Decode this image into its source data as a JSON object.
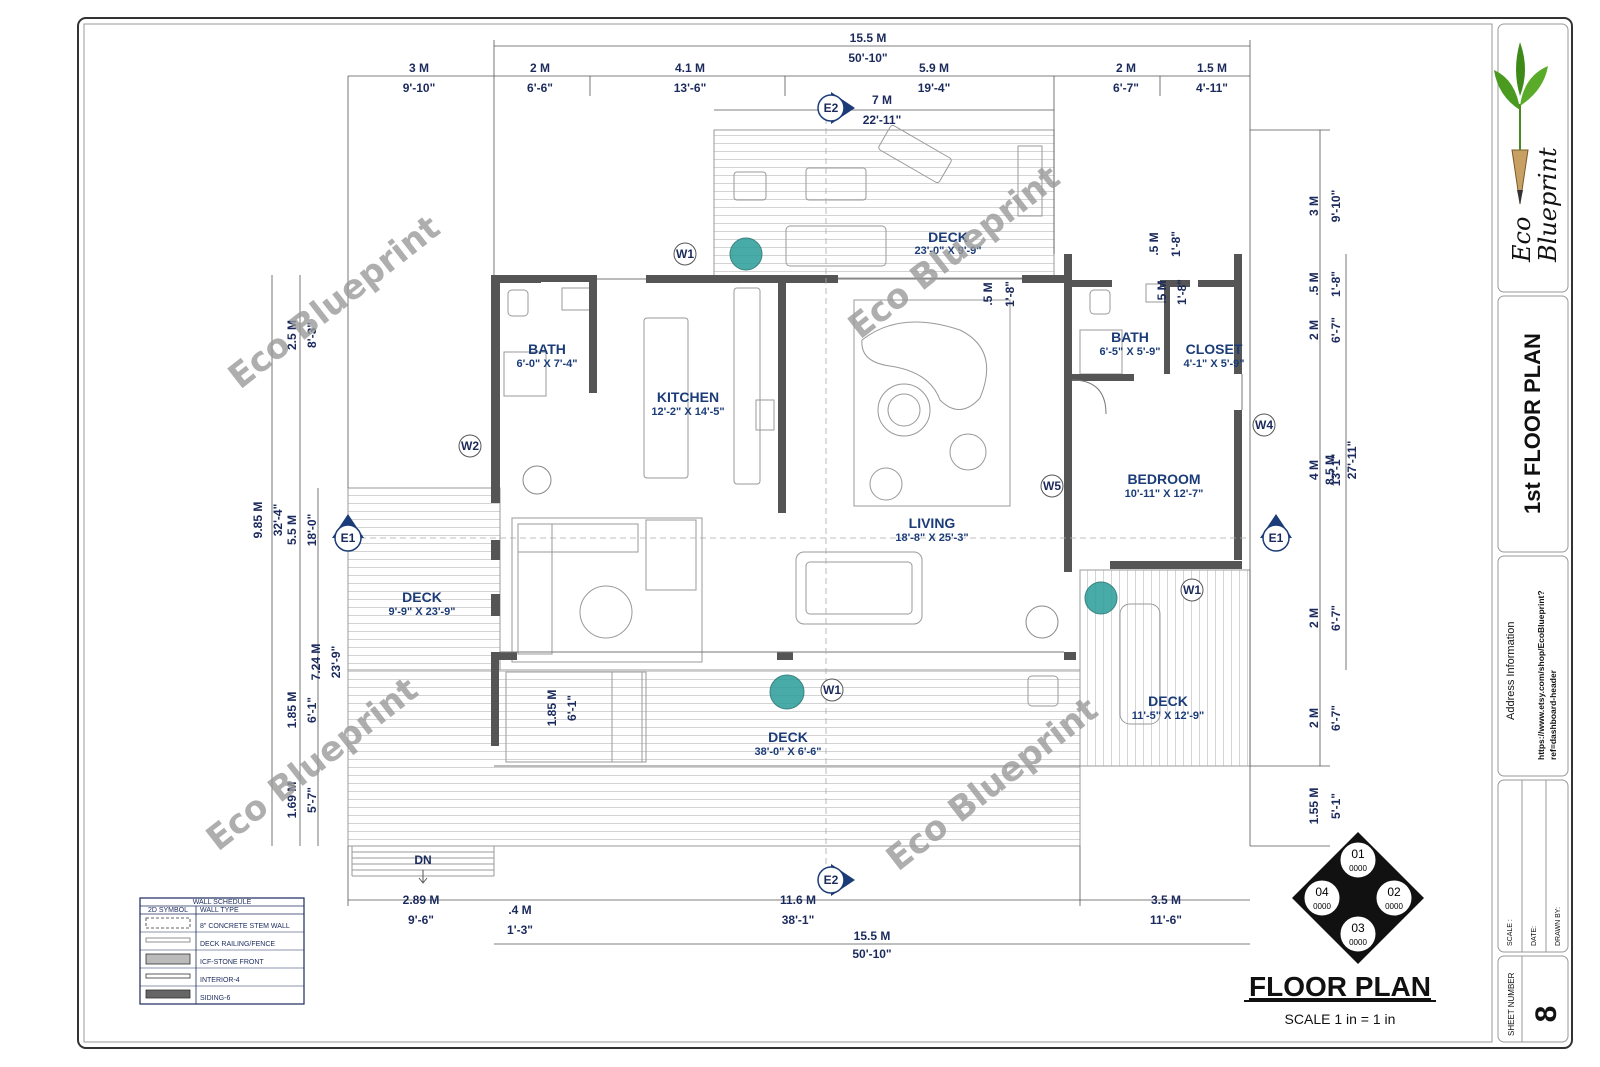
{
  "colors": {
    "wall": "#555555",
    "dimension": "#1b2a5c",
    "room_label": "#1b3c78",
    "watermark": "#9a9a9a",
    "marker": "#1b3c78",
    "plant": "#2a9d9a"
  },
  "watermark": "Eco Blueprint",
  "dimensions": {
    "top_total_m": "15.5 M",
    "top_total_ft": "50'-10\"",
    "top_seg1_m": "3 M",
    "top_seg1_ft": "9'-10\"",
    "top_seg2_m": "2 M",
    "top_seg2_ft": "6'-6\"",
    "top_seg3_m": "4.1 M",
    "top_seg3_ft": "13'-6\"",
    "top_seg4_m": "5.9 M",
    "top_seg4_ft": "19'-4\"",
    "top_seg5_m": "2 M",
    "top_seg5_ft": "6'-7\"",
    "top_seg6_m": "1.5 M",
    "top_seg6_ft": "4'-11\"",
    "deck_top_m": "7 M",
    "deck_top_ft": "22'-11\"",
    "bottom_seg1_m": "2.89 M",
    "bottom_seg1_ft": "9'-6\"",
    "bottom_seg2_m": ".4 M",
    "bottom_seg2_ft": "1'-3\"",
    "bottom_seg3_m": "11.6 M",
    "bottom_seg3_ft": "38'-1\"",
    "bottom_seg4_m": "3.5 M",
    "bottom_seg4_ft": "11'-6\"",
    "bottom_total_m": "15.5 M",
    "bottom_total_ft": "50'-10\"",
    "left_total_m": "9.85 M",
    "left_total_ft": "32'-4\"",
    "left_seg1_m": "2.5 M",
    "left_seg1_ft": "8'-3\"",
    "left_seg2_m": "5.5 M",
    "left_seg2_ft": "18'-0\"",
    "left_deck_m": "7.24 M",
    "left_deck_ft": "23'-9\"",
    "left_seg3_m": "1.85 M",
    "left_seg3_ft": "6'-1\"",
    "left_seg4_m": "1.69 M",
    "left_seg4_ft": "5'-7\"",
    "inner_deck_m": "1.85 M",
    "inner_deck_ft": "6'-1\"",
    "right_seg1_m": "3 M",
    "right_seg1_ft": "9'-10\"",
    "right_seg2_m": ".5 M",
    "right_seg2_ft": "1'-8\"",
    "right_seg3_m": "2 M",
    "right_seg3_ft": "6'-7\"",
    "right_seg4_m": "4 M",
    "right_seg4_ft": "13'-1\"",
    "right_total_m": "8.5 M",
    "right_total_ft": "27'-11\"",
    "right_seg5_m": "2 M",
    "right_seg5_ft": "6'-7\"",
    "right_seg6_m": "2 M",
    "right_seg6_ft": "6'-7\"",
    "right_seg7_m": "1.55 M",
    "right_seg7_ft": "5'-1\"",
    "wall_a_m": ".5 M",
    "wall_a_ft": "1'-8\"",
    "wall_b_m": ".5 M",
    "wall_b_ft": "1'-8\"",
    "wall_c_m": ".5 M",
    "wall_c_ft": "1'-8\""
  },
  "rooms": {
    "deck_top": {
      "name": "DECK",
      "size": "23'-0\" X 9'-9\""
    },
    "bath_left": {
      "name": "BATH",
      "size": "6'-0\" X 7'-4\""
    },
    "kitchen": {
      "name": "KITCHEN",
      "size": "12'-2\" X 14'-5\""
    },
    "bath_right": {
      "name": "BATH",
      "size": "6'-5\" X 5'-9\""
    },
    "closet": {
      "name": "CLOSET",
      "size": "4'-1\" X 5'-9\""
    },
    "bedroom": {
      "name": "BEDROOM",
      "size": "10'-11\" X 12'-7\""
    },
    "living": {
      "name": "LIVING",
      "size": "18'-8\" X 25'-3\""
    },
    "deck_left": {
      "name": "DECK",
      "size": "9'-9\" X 23'-9\""
    },
    "deck_bottom": {
      "name": "DECK",
      "size": "38'-0\" X 6'-6\""
    },
    "deck_right": {
      "name": "DECK",
      "size": "11'-5\" X 12'-9\""
    }
  },
  "stair_label": "DN",
  "markers": {
    "elev_e1": "E1",
    "elev_e2": "E2",
    "window_w1": "W1",
    "window_w2": "W2",
    "window_w4": "W4",
    "window_w5": "W5"
  },
  "wall_schedule": {
    "title": "WALL SCHEDULE",
    "col_symbol": "2D SYMBOL",
    "col_type": "WALL TYPE",
    "rows": [
      "8\" CONCRETE STEM WALL",
      "DECK RAILING/FENCE",
      "ICF-STONE FRONT",
      "INTERIOR-4",
      "SIDING-6"
    ]
  },
  "compass": {
    "n1": "01",
    "n2": "02",
    "n3": "03",
    "n4": "04",
    "code": "0000"
  },
  "plan_title": "FLOOR PLAN",
  "plan_scale": "SCALE 1 in = 1 in",
  "title_block": {
    "brand_line1": "Eco",
    "brand_line2": "Blueprint",
    "sheet_title": "1st FLOOR PLAN",
    "address_label": "Address Information",
    "url_line1": "https://www.etsy.com/shop/EcoBlueprint?",
    "url_line2": "ref=dashboard-header",
    "scale_label": "SCALE :",
    "date_label": "DATE:",
    "drawn_label": "DRAWN BY:",
    "sheet_number_label": "SHEET NUMBER",
    "sheet_number": "8"
  }
}
